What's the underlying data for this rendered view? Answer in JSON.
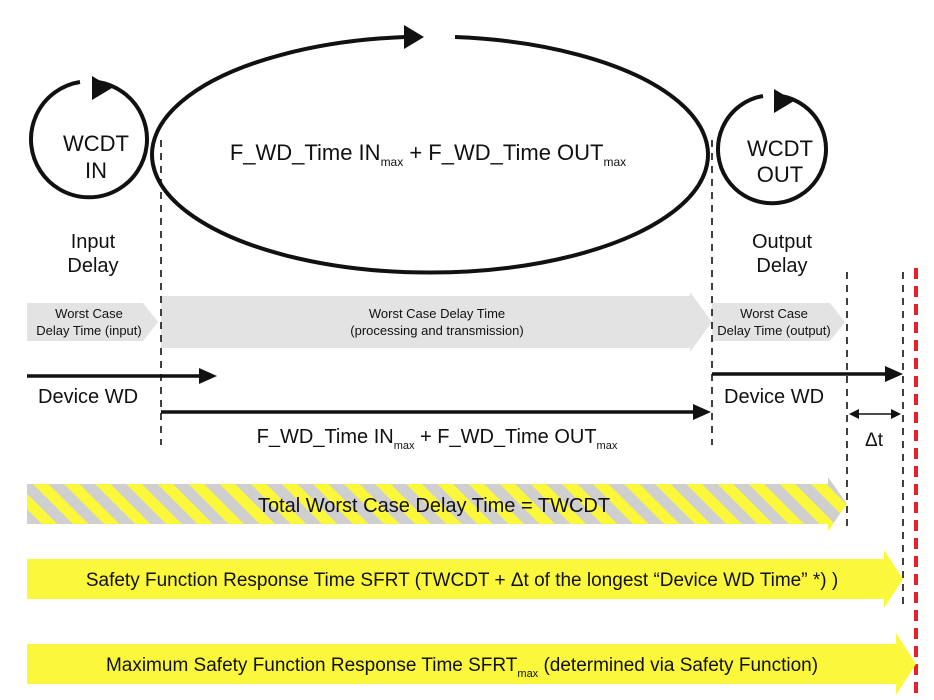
{
  "colors": {
    "yellow": "#fbf73a",
    "grey_arrow": "#e3e3e3",
    "stripe_grey": "#cfcfcf",
    "red_line": "#e8202a",
    "ink": "#111111"
  },
  "loops": {
    "input": {
      "line1": "WCDT",
      "line2": "IN"
    },
    "middle": {
      "a": "F_WD_Time IN",
      "a_sub": "max",
      "plus": " + F_WD_Time OUT",
      "b_sub": "max"
    },
    "output": {
      "line1": "WCDT",
      "line2": "OUT"
    }
  },
  "delay_labels": {
    "input": {
      "line1": "Input",
      "line2": "Delay"
    },
    "output": {
      "line1": "Output",
      "line2": "Delay"
    }
  },
  "grey_arrows": {
    "input": {
      "line1": "Worst Case",
      "line2": "Delay Time (input)"
    },
    "middle": {
      "line1": "Worst Case Delay Time",
      "line2": "(processing and transmission)"
    },
    "output": {
      "line1": "Worst Case",
      "line2": "Delay Time (output)"
    }
  },
  "wd_row": {
    "device_wd_left": "Device WD",
    "device_wd_right": "Device WD",
    "middle_a": "F_WD_Time IN",
    "middle_a_sub": "max",
    "middle_b": " + F_WD_Time OUT",
    "middle_b_sub": "max",
    "delta_t": "Δt"
  },
  "bars": {
    "twcdt": "Total Worst Case Delay Time = TWCDT",
    "sfrt": "Safety Function Response Time SFRT (TWCDT + Δt of the longest “Device WD Time” *) )",
    "sfrt_max_a": "Maximum Safety Function Response Time SFRT",
    "sfrt_max_sub": "max",
    "sfrt_max_b": " (determined via Safety Function)"
  }
}
